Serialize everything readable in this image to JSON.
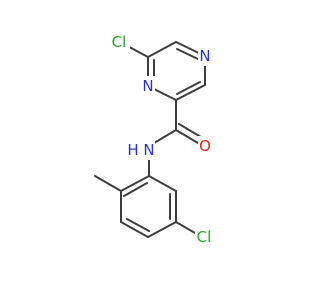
{
  "molecule": {
    "colors": {
      "carbon_bond": "#3d3d3d",
      "chlorine": "#2e9e2e",
      "nitrogen": "#2f30d0",
      "oxygen": "#e0241d"
    },
    "atoms": {
      "cl_top": "Cl",
      "n_ring_top": "N",
      "n_ring_left": "N",
      "n_amide": "N",
      "h_amide": "H",
      "o_carbonyl": "O",
      "cl_bottom": "Cl"
    }
  }
}
